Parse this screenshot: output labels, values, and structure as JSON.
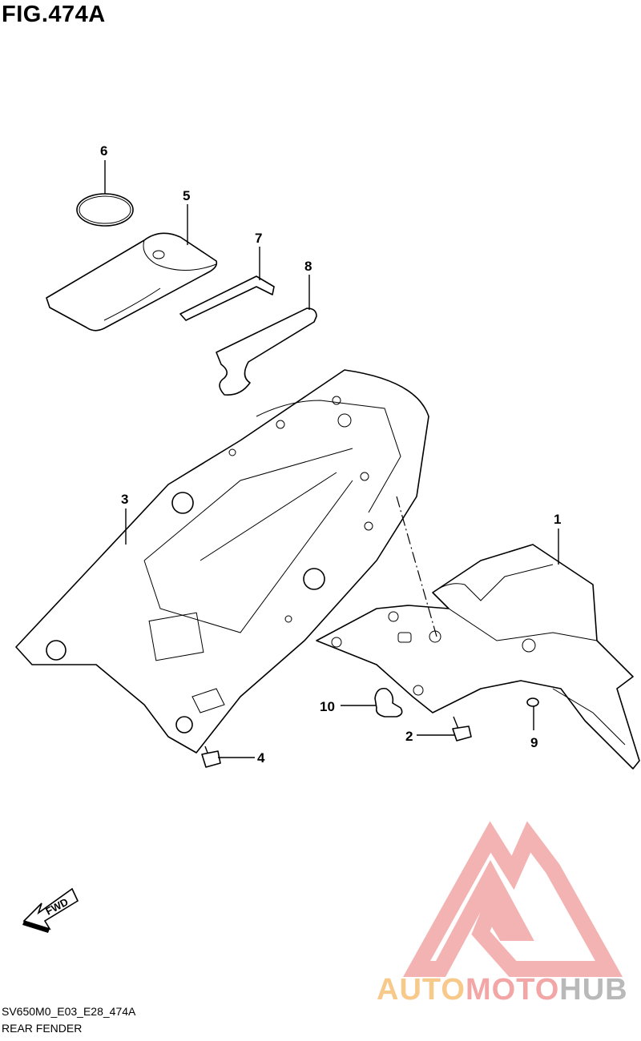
{
  "figure": {
    "title": "FIG.474A",
    "code": "SV650M0_E03_E28_474A",
    "caption": "REAR FENDER"
  },
  "callouts": [
    "1",
    "2",
    "3",
    "4",
    "5",
    "6",
    "7",
    "8",
    "9",
    "10"
  ],
  "watermark": {
    "part1": "AUTO",
    "part2": "MOTO",
    "part3": "HUB",
    "colors": {
      "auto": "#f7c98a",
      "moto": "#f2a6a6",
      "hub": "#b9b9b9",
      "triangle": "#f2a6a6"
    }
  },
  "fwd_label": "FWD"
}
